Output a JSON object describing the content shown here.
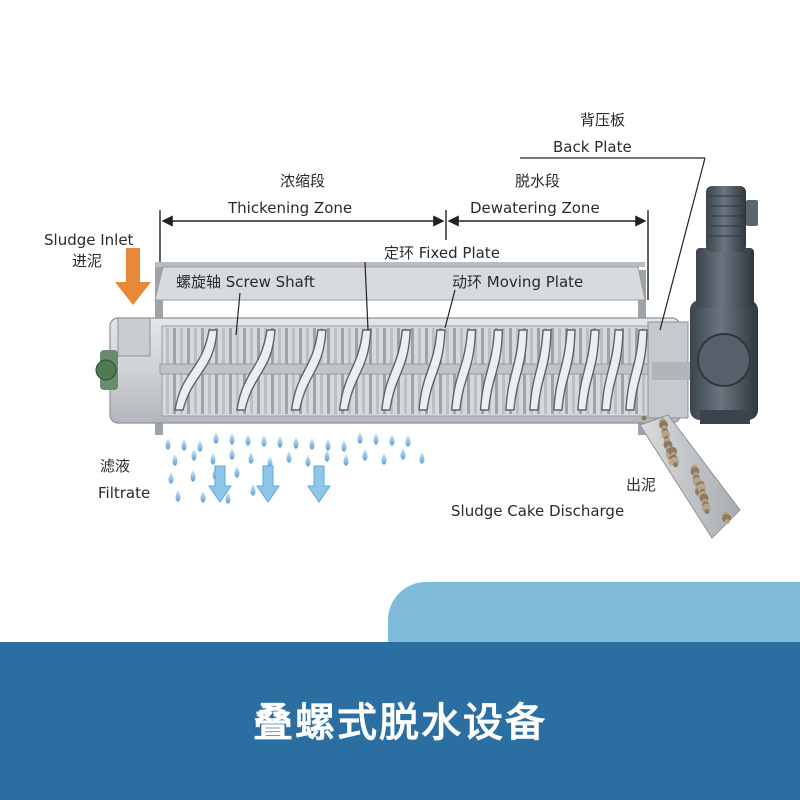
{
  "labels": {
    "sludge_inlet_en": "Sludge Inlet",
    "sludge_inlet_cn": "进泥",
    "thickening_cn": "浓缩段",
    "thickening_en": "Thickening Zone",
    "dewatering_cn": "脱水段",
    "dewatering_en": "Dewatering Zone",
    "back_plate_cn": "背压板",
    "back_plate_en": "Back Plate",
    "fixed_plate": "定环 Fixed Plate",
    "screw_shaft": "螺旋轴 Screw Shaft",
    "moving_plate": "动环 Moving Plate",
    "filtrate_cn": "滤液",
    "filtrate_en": "Filtrate",
    "discharge_cn": "出泥",
    "discharge_en": "Sludge Cake Discharge"
  },
  "banner": {
    "title": "叠螺式脱水设备"
  },
  "colors": {
    "inlet_arrow": "#e8893a",
    "filtrate_arrow": "#8ec6ea",
    "banner_dark": "#2b6ea1",
    "banner_light": "#7fbcdc",
    "motor": "#4a5560"
  }
}
